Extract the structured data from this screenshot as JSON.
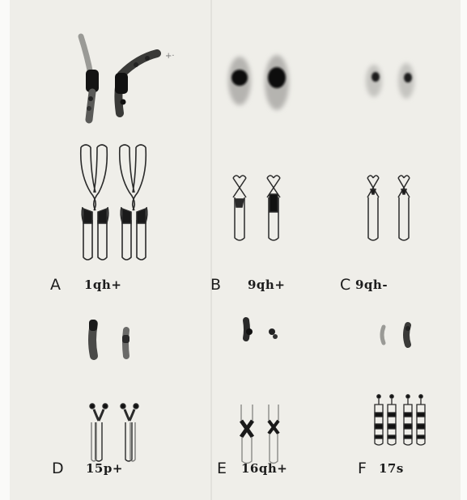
{
  "panels": [
    {
      "letter": "A",
      "code": "1qh+"
    },
    {
      "letter": "B",
      "code": "9qh+"
    },
    {
      "letter": "C",
      "code": "9qh-"
    },
    {
      "letter": "D",
      "code": "15p+"
    },
    {
      "letter": "E",
      "code": "16qh+"
    },
    {
      "letter": "F",
      "code": "17s"
    }
  ],
  "colors": {
    "background": "#efeee9",
    "ink": "#1c1c1c",
    "photo_grey": "#8a8a86"
  }
}
